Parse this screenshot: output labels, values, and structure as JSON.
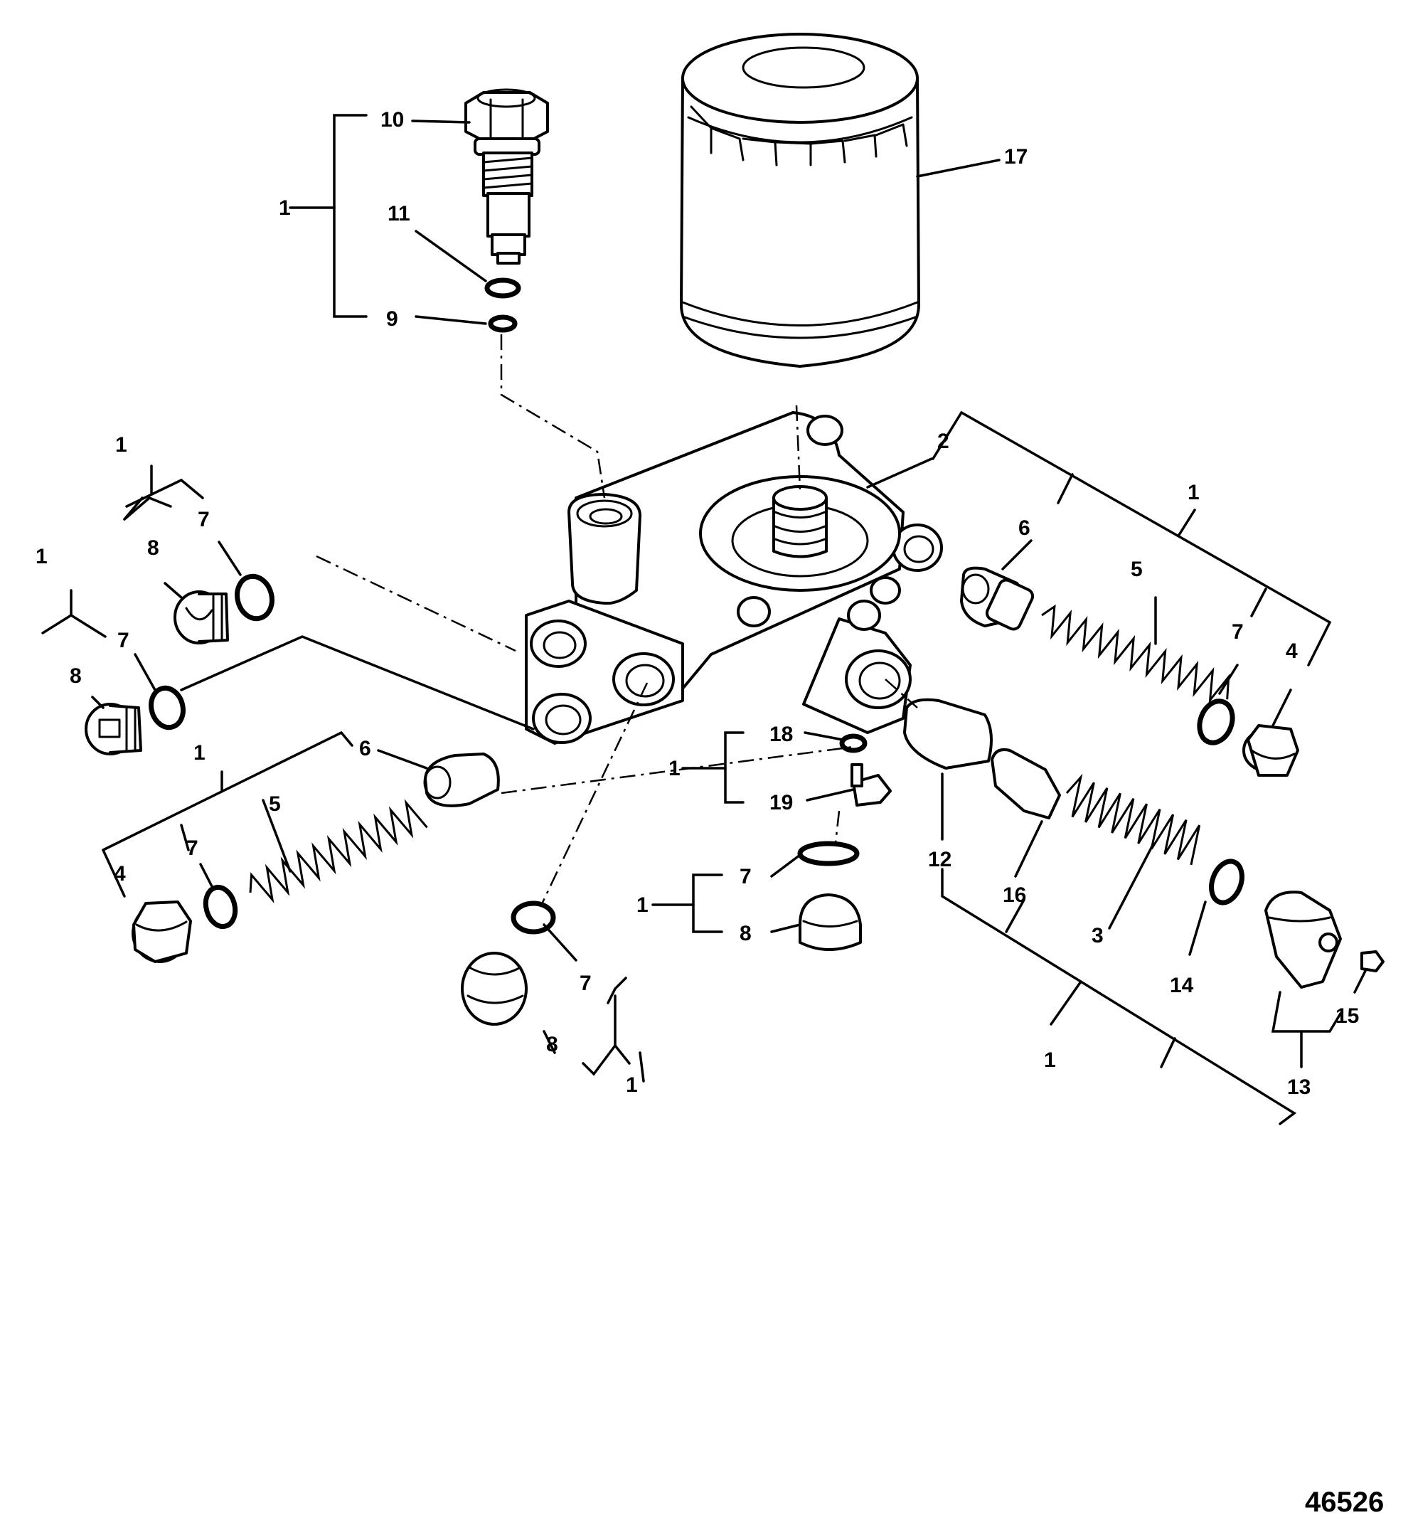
{
  "figure_number": "46526",
  "callouts": [
    {
      "id": "c10",
      "text": "10"
    },
    {
      "id": "c1a",
      "text": "1"
    },
    {
      "id": "c11",
      "text": "11"
    },
    {
      "id": "c9",
      "text": "9"
    },
    {
      "id": "c17",
      "text": "17"
    },
    {
      "id": "c2",
      "text": "2"
    },
    {
      "id": "c1b",
      "text": "1"
    },
    {
      "id": "c6a",
      "text": "6"
    },
    {
      "id": "c5a",
      "text": "5"
    },
    {
      "id": "c7a",
      "text": "7"
    },
    {
      "id": "c4a",
      "text": "4"
    },
    {
      "id": "c1c",
      "text": "1"
    },
    {
      "id": "c7b",
      "text": "7"
    },
    {
      "id": "c8a",
      "text": "8"
    },
    {
      "id": "c1d",
      "text": "1"
    },
    {
      "id": "c7c",
      "text": "7"
    },
    {
      "id": "c8b",
      "text": "8"
    },
    {
      "id": "c1e",
      "text": "1"
    },
    {
      "id": "c6b",
      "text": "6"
    },
    {
      "id": "c5b",
      "text": "5"
    },
    {
      "id": "c7d",
      "text": "7"
    },
    {
      "id": "c4b",
      "text": "4"
    },
    {
      "id": "c18",
      "text": "18"
    },
    {
      "id": "c1f",
      "text": "1"
    },
    {
      "id": "c19",
      "text": "19"
    },
    {
      "id": "c7e",
      "text": "7"
    },
    {
      "id": "c1g",
      "text": "1"
    },
    {
      "id": "c8c",
      "text": "8"
    },
    {
      "id": "c7f",
      "text": "7"
    },
    {
      "id": "c8d",
      "text": "8"
    },
    {
      "id": "c1h",
      "text": "1"
    },
    {
      "id": "c12",
      "text": "12"
    },
    {
      "id": "c16",
      "text": "16"
    },
    {
      "id": "c3",
      "text": "3"
    },
    {
      "id": "c14",
      "text": "14"
    },
    {
      "id": "c15",
      "text": "15"
    },
    {
      "id": "c13",
      "text": "13"
    },
    {
      "id": "c1i",
      "text": "1"
    }
  ]
}
